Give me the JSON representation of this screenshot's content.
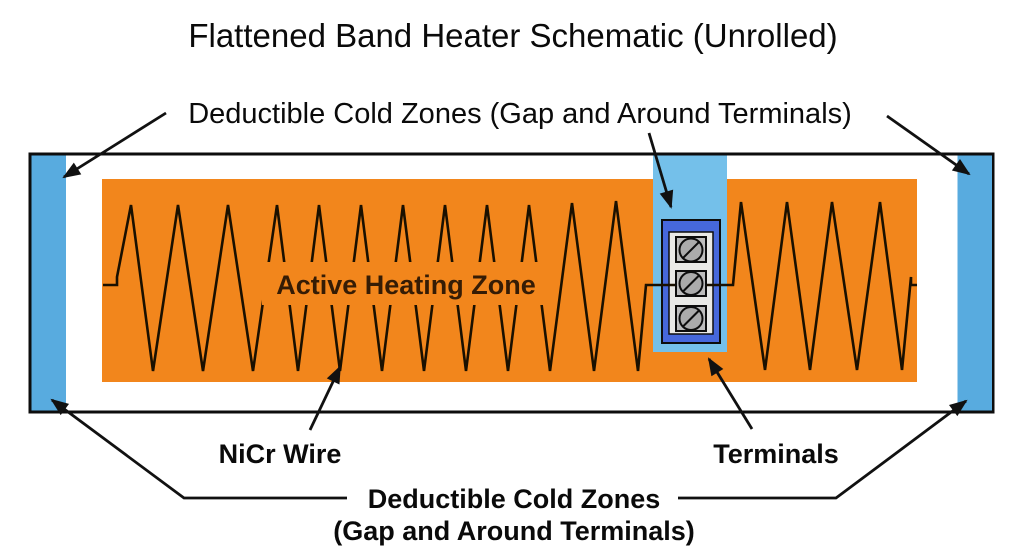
{
  "title": "Flattened Band Heater Schematic (Unrolled)",
  "labels": {
    "cold_zones_top": "Deductible Cold Zones (Gap and Around Terminals)",
    "active_heating_zone": "Active Heating Zone",
    "nicr_wire": "NiCr Wire",
    "terminals": "Terminals",
    "cold_zones_bottom_line1": "Deductible Cold Zones",
    "cold_zones_bottom_line2": "(Gap and Around Terminals)"
  },
  "colors": {
    "background": "#ffffff",
    "band_fill": "#ffffff",
    "band_outline": "#0d0d0d",
    "cold_zone_blue": "#58abdf",
    "terminal_gap_blue": "#74c0ea",
    "heater_orange": "#f2861c",
    "terminal_block_blue": "#4668dc",
    "terminal_inner_gray": "#e9e9e6",
    "screw_square_gray": "#bdbdbd",
    "screw_head_gray": "#ababab",
    "wire_black": "#1a1000",
    "line_black": "#111111",
    "text_black": "#0a0a0a",
    "active_text_dark": "#351c05"
  }
}
